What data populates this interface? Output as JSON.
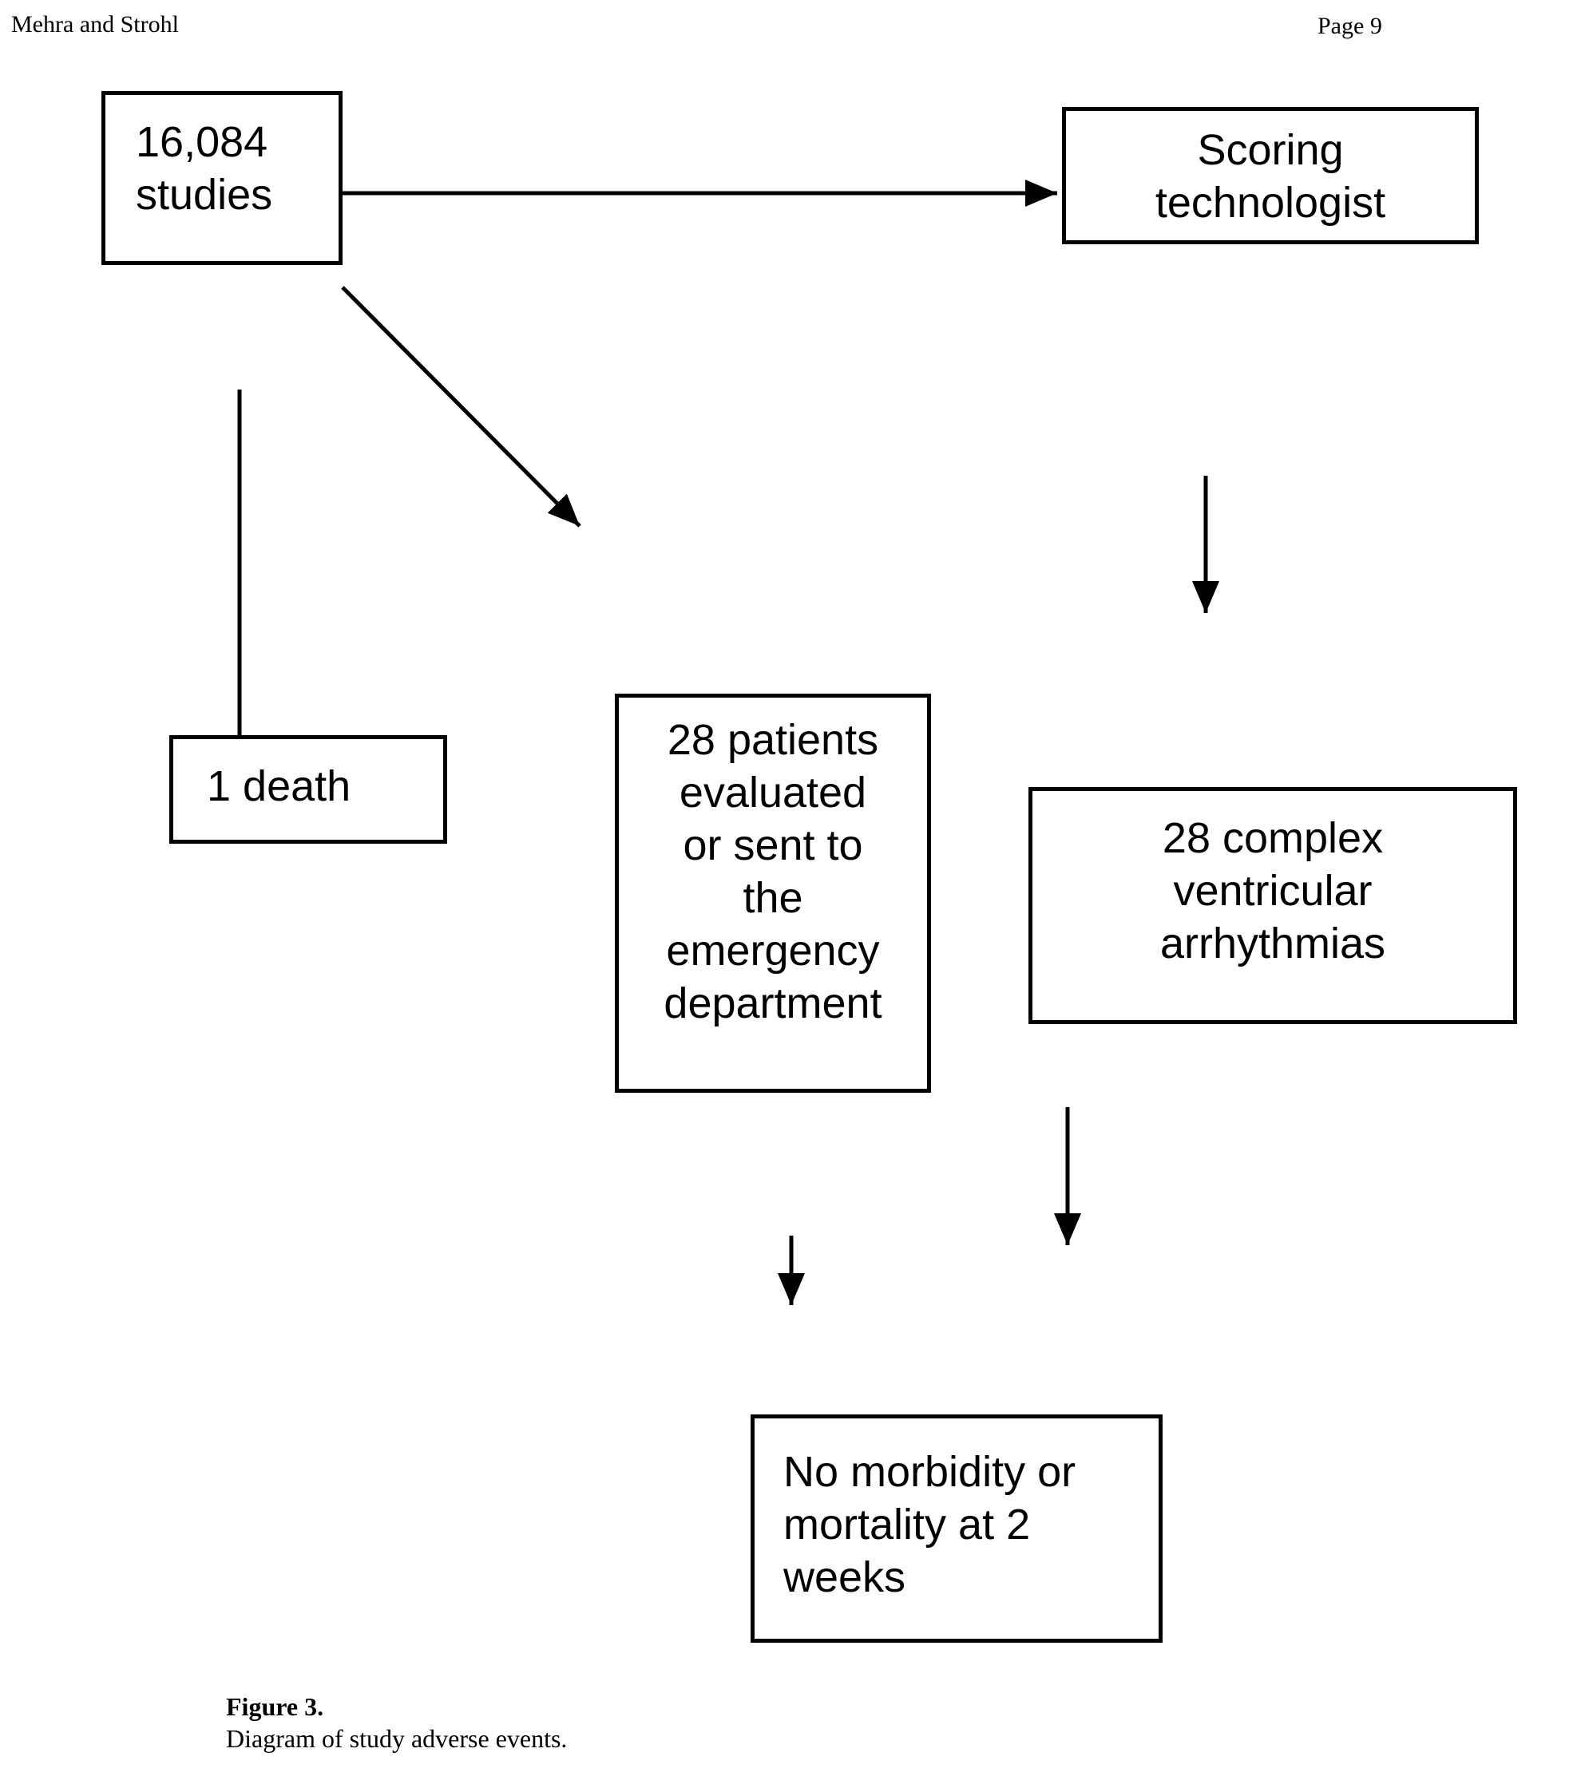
{
  "page": {
    "header_left": "Mehra and Strohl",
    "header_right": "Page 9",
    "background_color": "#ffffff",
    "line_color": "#000000"
  },
  "figure": {
    "boxes": {
      "studies": "16,084\nstudies",
      "scoring": "Scoring\ntechnologist",
      "death": "1 death",
      "patients": "28 patients\nevaluated\nor sent to\nthe\nemergency\ndepartment",
      "complex": "28 complex\nventricular\narrhythmias",
      "morbidity": "No morbidity or\nmortality at 2\nweeks"
    },
    "arrows": [
      "studies-to-scoring",
      "studies-to-patients",
      "studies-to-death",
      "scoring-to-complex",
      "complex-to-morbidity",
      "patients-to-morbidity"
    ],
    "caption_title": "Figure 3.",
    "caption_text": "Diagram of study adverse events."
  }
}
